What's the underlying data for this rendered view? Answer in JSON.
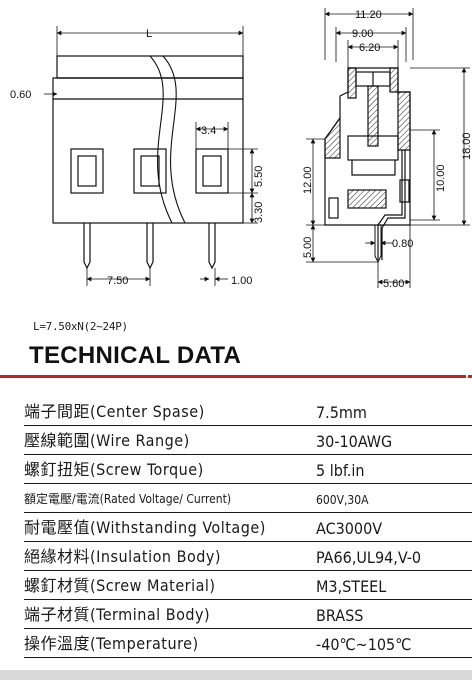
{
  "drawing": {
    "front_view": {
      "dim_length": "L",
      "dim_top_offset": "0.60",
      "dim_window_width": "3.4",
      "dim_window_height": "5.50",
      "dim_window_to_bottom": "3.30",
      "dim_pitch": "7.50",
      "dim_pin": "1.00"
    },
    "side_view": {
      "dim_overall_width": "11.20",
      "dim_width_2": "9.00",
      "dim_width_3": "6.20",
      "dim_height_body": "12.00",
      "dim_height_total": "18.00",
      "dim_height_inner": "10.00",
      "dim_pin_length": "5.00",
      "dim_pin_thickness": "0.80",
      "dim_pin_offset": "5.60"
    }
  },
  "length_formula": "L=7.50xN(2~24P)",
  "section_title": "TECHNICAL DATA",
  "specs": [
    {
      "label": "端子間距(Center Spase)",
      "value": "7.5mm"
    },
    {
      "label": "壓線範圍(Wire Range)",
      "value": "30-10AWG"
    },
    {
      "label": "螺釘扭矩(Screw Torque)",
      "value": "5 lbf.in"
    },
    {
      "label": "額定電壓/電流(Rated Voltage/ Current)",
      "value": "600V,30A"
    },
    {
      "label": "耐電壓值(Withstanding Voltage)",
      "value": "AC3000V"
    },
    {
      "label": "絕緣材料(Insulation Body)",
      "value": "PA66,UL94,V-0"
    },
    {
      "label": "螺釘材質(Screw Material)",
      "value": "M3,STEEL"
    },
    {
      "label": "端子材質(Terminal Body)",
      "value": "BRASS"
    },
    {
      "label": "操作溫度(Temperature)",
      "value": "-40℃~105℃"
    }
  ]
}
